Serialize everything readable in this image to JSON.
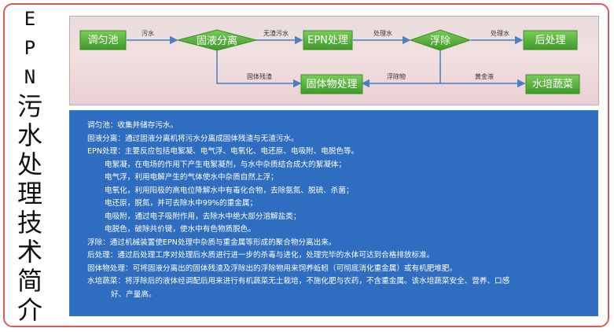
{
  "side_title": [
    "E",
    "P",
    "N",
    "污",
    "水",
    "处",
    "理",
    "技",
    "术",
    "简",
    "介"
  ],
  "flow": {
    "nodes": {
      "tiaojun": "调匀池",
      "guye": "固液分离",
      "epn": "EPN处理",
      "fuchu": "浮除",
      "houchuli": "后处理",
      "guti": "固体物处理",
      "shupei": "水培蔬菜"
    },
    "edges": {
      "e1": "污水",
      "e2": "无渣污水",
      "e3": "处理水",
      "e4": "处理水",
      "e5": "固体残渣",
      "e6": "浮除物",
      "e7": "黄金液"
    }
  },
  "description": {
    "lines": [
      "调匀池：收集并储存污水。",
      "固液分离：通过固液分离机将污水分离成固体残渣与无渣污水。",
      "EPN处理：主要反应包括电絮凝、电气浮、电氧化、电还原、电吸附、电脱色等。",
      "电絮凝，在电场的作用下产生电絮凝剂，与水中杂质结合成大的絮凝体；",
      "电气浮，利用电解产生的气体使水中杂质自然上浮；",
      "电氧化，利用阳极的高电位降解水中有毒化合物，去除氨氮、脱硫、杀菌；",
      "电还原，脱氮，并可去除水中99%的重金属；",
      "电吸附，通过电子吸附作用，去除水中绝大部分溶解盐类；",
      "电脱色，破除共价键，使水中有色物质脱色。",
      "浮除：通过机械装置使EPN处理中杂质与重金属等形成的聚合物分离出来。",
      "后处理：通过后处理工序对处理后水质进行进一步的杀毒与进化，处理完毕的水体可达到合格排放标准。",
      "固体物处理：可将固液分离出的固体残渣及浮除出的浮除物用来饲养蚯蚓（可彻底消化重金属）或有机肥堆肥。",
      "水培蔬菜：将浮除后的液体经调配后用来进行有机蔬菜无土栽培，不施化肥与农药，不含重金属。该水培蔬菜安全、营养、口感",
      "好、产量高。"
    ]
  },
  "colors": {
    "box_green": "#58b83a",
    "panel_blue": "#2e6dbf",
    "frame_red": "#e05a5a",
    "arrow_blue": "#4a7fc0"
  }
}
